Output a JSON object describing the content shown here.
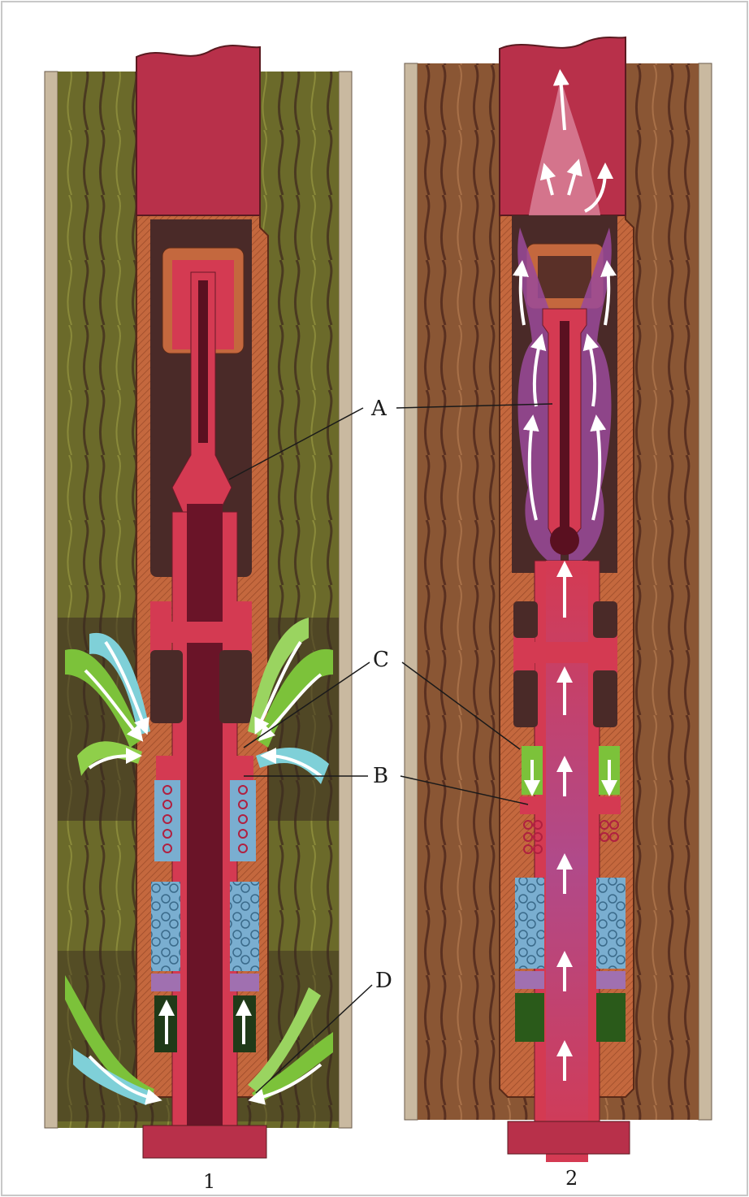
{
  "callouts": {
    "a": "A",
    "b": "B",
    "c": "C",
    "d": "D"
  },
  "panels": {
    "first": "1",
    "second": "2"
  },
  "colors": {
    "formation": "#6e6a2e",
    "formation_right": "#8a5a3a",
    "casing": "#c9b9a0",
    "tool_body": "#c4683e",
    "steel_red": "#d43a52",
    "dark_chamber": "#4a2a28",
    "fluid_green": "#7cc23a",
    "fluid_cyan": "#7fd0d8",
    "spring_blue": "#7aaed0",
    "purple_gas": "#9a4a9a",
    "arrow": "#ffffff"
  }
}
